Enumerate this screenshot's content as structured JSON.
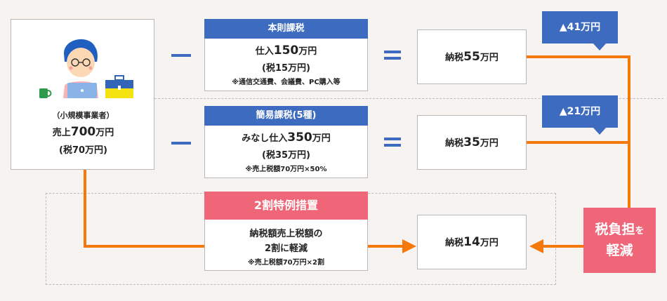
{
  "business": {
    "category": "（小規模事業者）",
    "sales_prefix": "売上",
    "sales_amount": "700",
    "sales_unit": "万円",
    "tax_line": "(税70万円)"
  },
  "principal": {
    "header": "本則課税",
    "line1_prefix": "仕入",
    "line1_amount": "150",
    "line1_unit": "万円",
    "line2": "(税15万円)",
    "note": "※通信交通費、会議費、PC購入等",
    "result_prefix": "納税",
    "result_amount": "55",
    "result_unit": "万円",
    "callout": "▲41万円"
  },
  "simplified": {
    "header": "簡易課税(5種)",
    "line1_prefix": "みなし仕入",
    "line1_amount": "350",
    "line1_unit": "万円",
    "line2": "(税35万円)",
    "note": "※売上税額70万円×50%",
    "result_prefix": "納税",
    "result_amount": "35",
    "result_unit": "万円",
    "callout": "▲21万円"
  },
  "special": {
    "header": "2割特例措置",
    "line1": "納税額売上税額の",
    "line2": "2割に軽減",
    "note": "※売上税額70万円×2割",
    "result_prefix": "納税",
    "result_amount": "14",
    "result_unit": "万円"
  },
  "reduction": {
    "part1": "税負担",
    "particle": "を",
    "part2": "軽減"
  },
  "colors": {
    "blue": "#3d6bbf",
    "pink": "#ee6677",
    "orange": "#f5780a"
  }
}
